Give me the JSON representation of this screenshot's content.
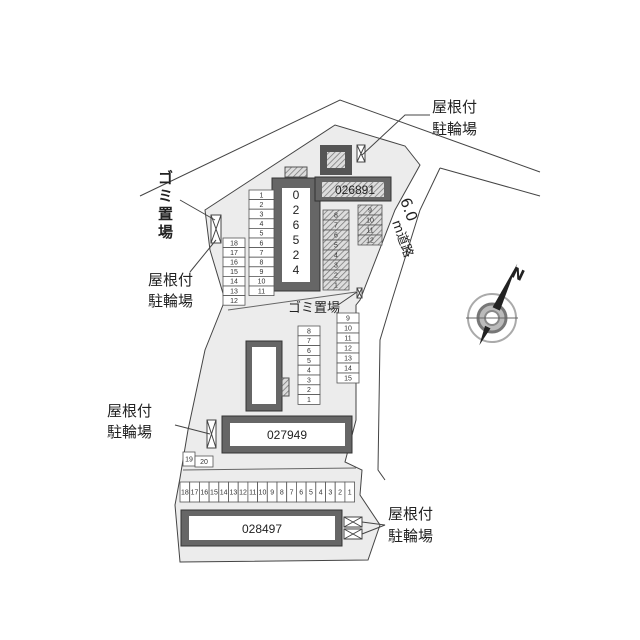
{
  "map": {
    "colors": {
      "lot": "#ececec",
      "building_border": "#555555",
      "hatch": "#888888",
      "line": "#444444"
    },
    "road": {
      "label_a": "6.0",
      "label_b": "m道路"
    },
    "compass": {
      "label": "N",
      "icon": "compass-rose-icon"
    },
    "buildings": {
      "b1": "026524",
      "b1_chars": [
        "0",
        "2",
        "6",
        "5",
        "2",
        "4"
      ],
      "b2": "026891",
      "b3": "027949",
      "b4": "028497"
    },
    "labels": {
      "bike_top_1": "屋根付",
      "bike_top_2": "駐輪場",
      "trash_left": [
        "ゴ",
        "ミ",
        "置",
        "場"
      ],
      "bike_left_1": "屋根付",
      "bike_left_2": "駐輪場",
      "trash_mid": "ゴミ置場",
      "bike_mid_1": "屋根付",
      "bike_mid_2": "駐輪場",
      "bike_bottom_1": "屋根付",
      "bike_bottom_2": "駐輪場"
    },
    "parking": {
      "col_a": [
        "1",
        "2",
        "3",
        "4",
        "5",
        "6",
        "7",
        "8",
        "9",
        "10",
        "11"
      ],
      "col_b": [
        "18",
        "17",
        "16",
        "15",
        "14",
        "13",
        "12"
      ],
      "col_c_hatched": [
        "8",
        "7",
        "6",
        "5",
        "4",
        "3",
        "2",
        "1"
      ],
      "col_d_hatched": [
        "9",
        "10",
        "11",
        "12"
      ],
      "col_e": [
        "8",
        "7",
        "6",
        "5",
        "4",
        "3",
        "2",
        "1"
      ],
      "col_f": [
        "9",
        "10",
        "11",
        "12",
        "13",
        "14",
        "15"
      ],
      "pair": [
        "19",
        "20"
      ],
      "row_bottom": [
        "18",
        "17",
        "16",
        "15",
        "14",
        "13",
        "12",
        "11",
        "10",
        "9",
        "8",
        "7",
        "6",
        "5",
        "4",
        "3",
        "2",
        "1"
      ]
    }
  }
}
